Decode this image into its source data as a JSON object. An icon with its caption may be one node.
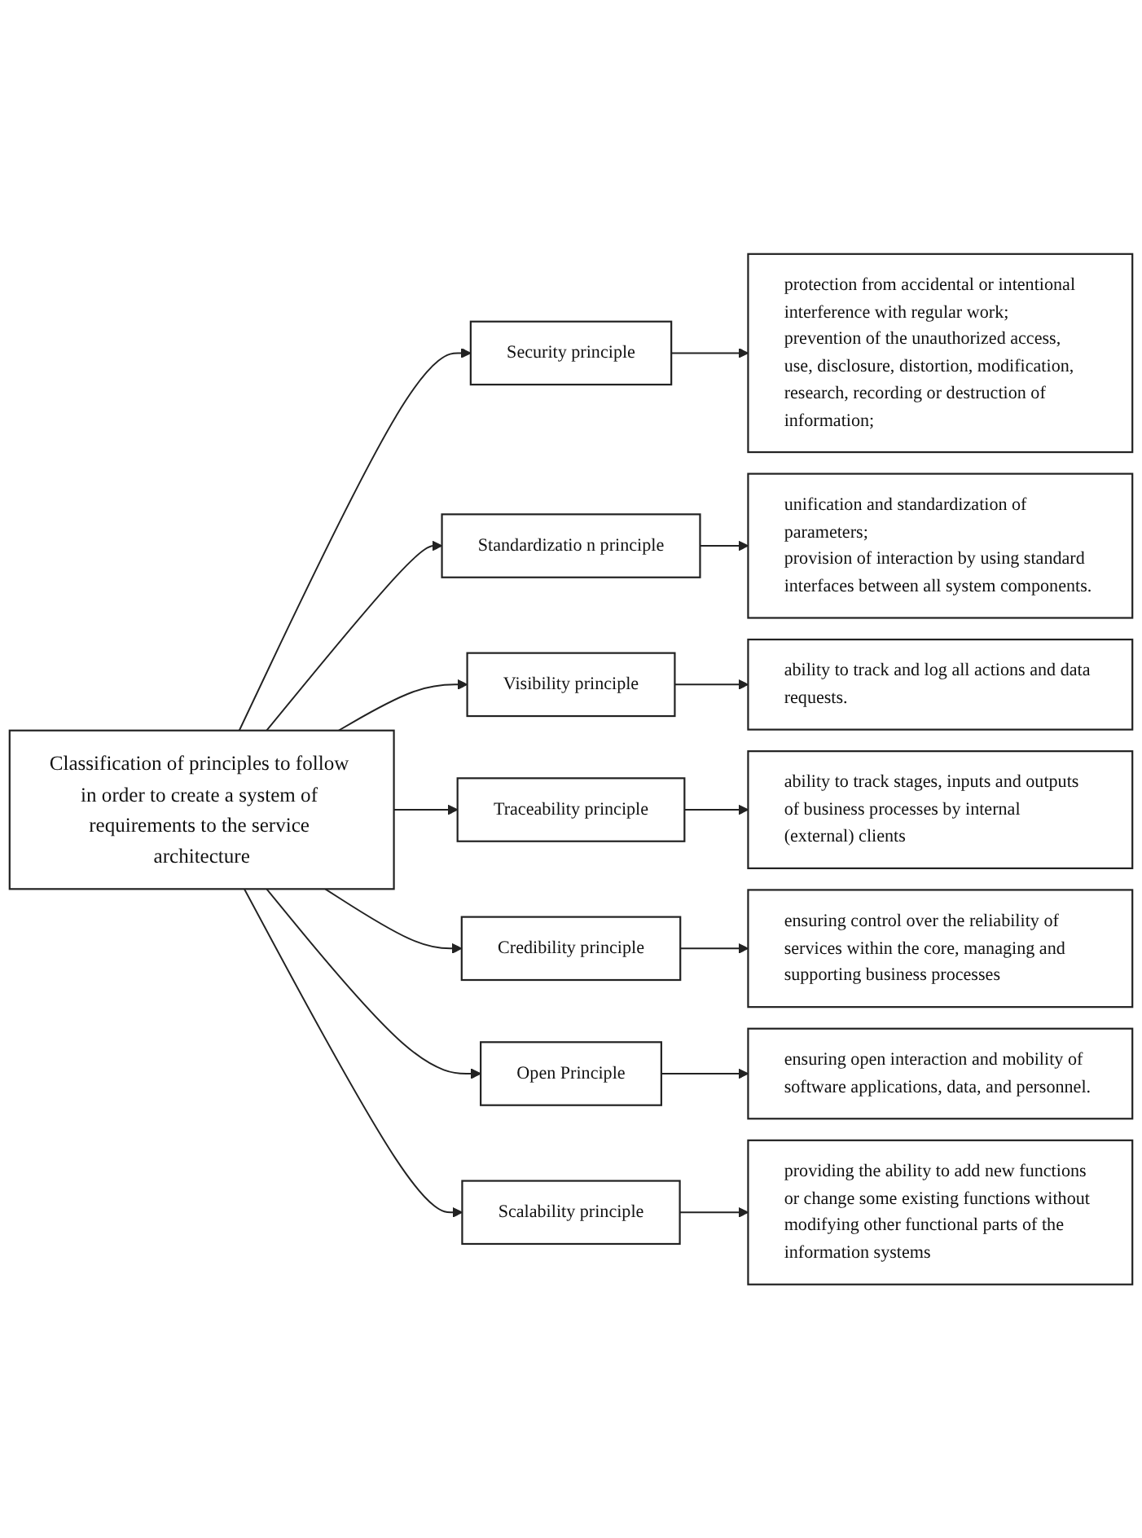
{
  "diagram": {
    "nodes": [
      {
        "text": [
          "Classification of principles to follow in order to create a system of requirements to the service architecture"
        ]
      },
      {
        "text": [
          "Security principle"
        ]
      },
      {
        "text": [
          "protection from accidental or intentional interference with regular work;",
          "prevention of the unauthorized access, use, disclosure, distortion, modification, research, recording or destruction of information;"
        ]
      },
      {
        "text": [
          "Standardizatio n principle"
        ]
      },
      {
        "text": [
          "unification and standardization of parameters;",
          "provision of interaction by using standard interfaces between all system components."
        ]
      },
      {
        "text": [
          "Visibility principle"
        ]
      },
      {
        "text": [
          "ability to track and log all actions and data requests."
        ]
      },
      {
        "text": [
          "Traceability principle"
        ]
      },
      {
        "text": [
          "ability to track stages, inputs and outputs of business processes by internal (external) clients"
        ]
      },
      {
        "text": [
          "Credibility principle"
        ]
      },
      {
        "text": [
          "ensuring control over the reliability of services within the core, managing and supporting business processes"
        ]
      },
      {
        "text": [
          "Open Principle"
        ]
      },
      {
        "text": [
          "ensuring open interaction and mobility of software applications, data, and personnel."
        ]
      },
      {
        "text": [
          "Scalability principle"
        ]
      },
      {
        "text": [
          "providing the ability to add new functions or change some existing functions without modifying other functional parts of the information systems"
        ]
      }
    ],
    "edges": [
      {
        "from": 0,
        "to": 1,
        "arrow": "to"
      },
      {
        "from": 0,
        "to": 3,
        "arrow": "to"
      },
      {
        "from": 0,
        "to": 5,
        "arrow": "to"
      },
      {
        "from": 0,
        "to": 7,
        "arrow": "to"
      },
      {
        "from": 0,
        "to": 9,
        "arrow": "to"
      },
      {
        "from": 0,
        "to": 11,
        "arrow": "to"
      },
      {
        "from": 0,
        "to": 13,
        "arrow": "to"
      },
      {
        "from": 1,
        "to": 2,
        "arrow": "to"
      },
      {
        "from": 3,
        "to": 4,
        "arrow": "to"
      },
      {
        "from": 5,
        "to": 6,
        "arrow": "to"
      },
      {
        "from": 7,
        "to": 8,
        "arrow": "to"
      },
      {
        "from": 9,
        "to": 10,
        "arrow": "to"
      },
      {
        "from": 11,
        "to": 12,
        "arrow": "to"
      },
      {
        "from": 13,
        "to": 14,
        "arrow": "to"
      }
    ]
  }
}
